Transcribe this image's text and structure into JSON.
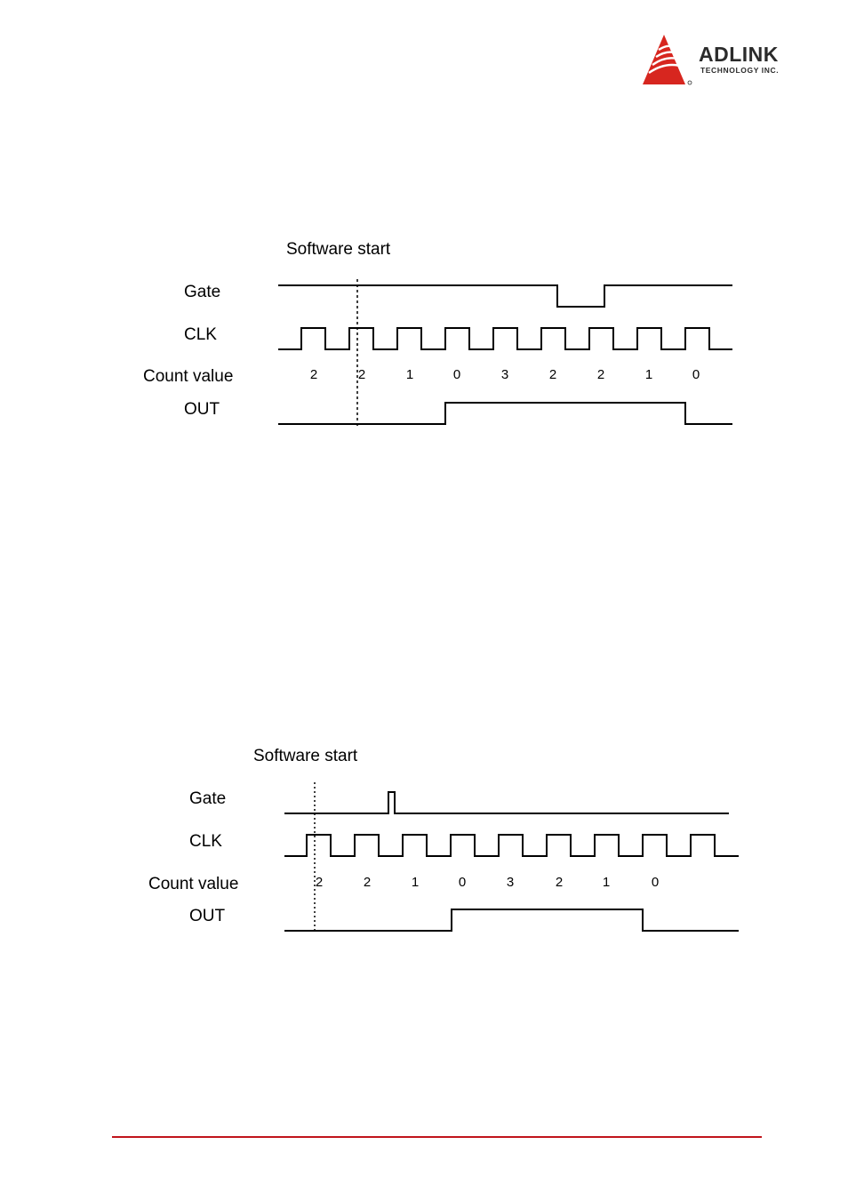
{
  "header": {
    "brand_name": "ADLINK",
    "brand_tagline": "TECHNOLOGY INC.",
    "brand_color": "#d7261f"
  },
  "diagrams": [
    {
      "start_label": "Software start",
      "signals": {
        "gate": "Gate",
        "clk": "CLK",
        "count": "Count value",
        "out": "OUT"
      },
      "count_values": [
        "2",
        "2",
        "1",
        "0",
        "3",
        "2",
        "2",
        "1",
        "0"
      ]
    },
    {
      "start_label": "Software start",
      "signals": {
        "gate": "Gate",
        "clk": "CLK",
        "count": "Count value",
        "out": "OUT"
      },
      "count_values": [
        "2",
        "2",
        "1",
        "0",
        "3",
        "2",
        "1",
        "0"
      ]
    }
  ],
  "footer": {
    "rule_color": "#c0141b"
  }
}
